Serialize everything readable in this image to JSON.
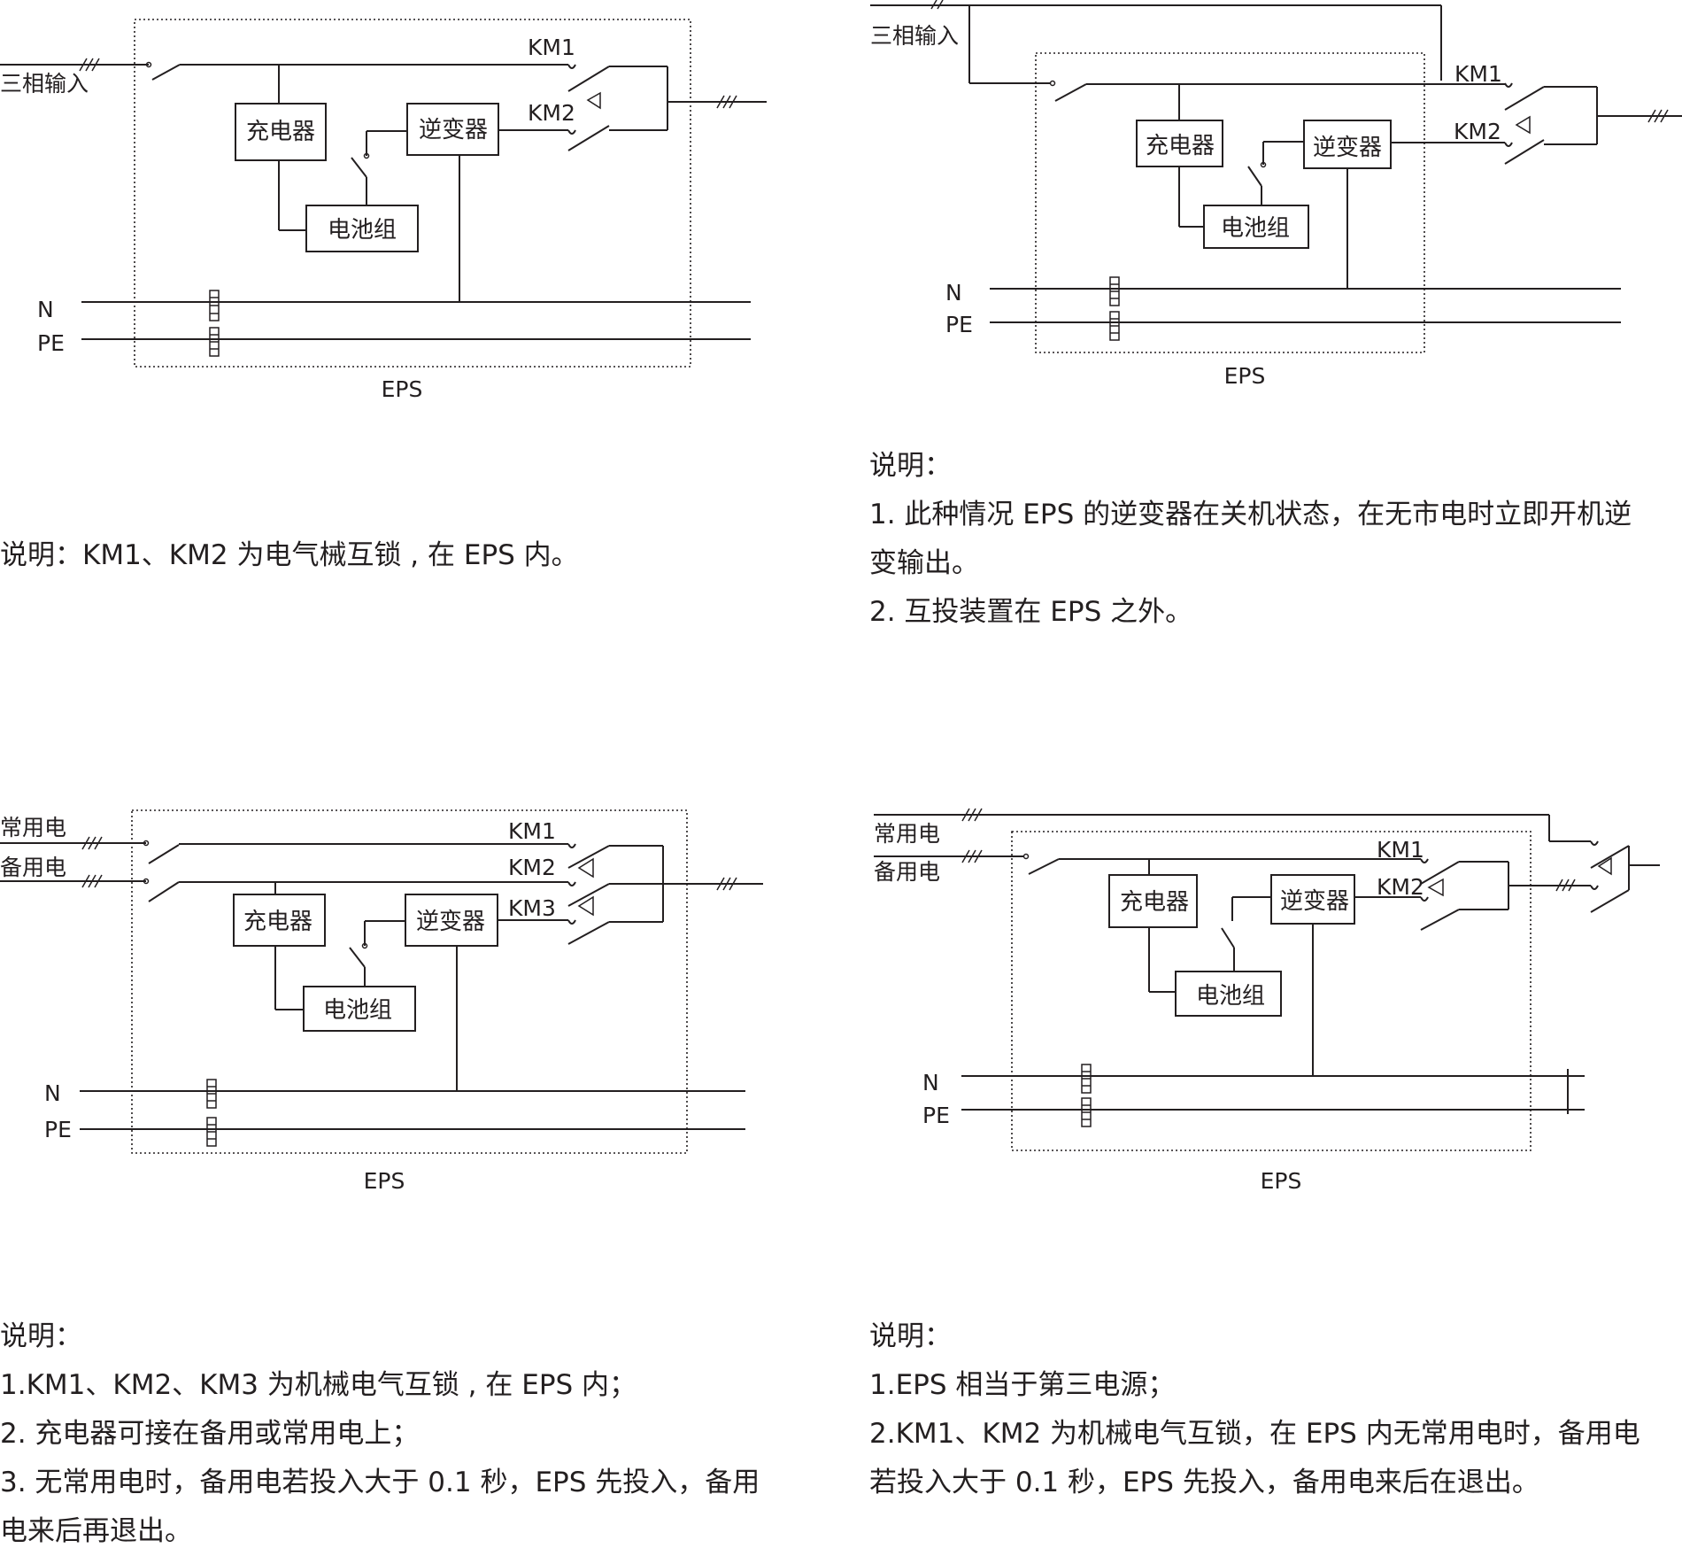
{
  "d1": {
    "input": "三相输入",
    "km1": "KM1",
    "km2": "KM2",
    "charger": "充电器",
    "inverter": "逆变器",
    "battery": "电池组",
    "n": "N",
    "pe": "PE",
    "eps": "EPS"
  },
  "d2": {
    "input": "三相输入",
    "km1": "KM1",
    "km2": "KM2",
    "charger": "充电器",
    "inverter": "逆变器",
    "battery": "电池组",
    "n": "N",
    "pe": "PE",
    "eps": "EPS"
  },
  "d3": {
    "normal": "常用电",
    "backup": "备用电",
    "km1": "KM1",
    "km2": "KM2",
    "km3": "KM3",
    "charger": "充电器",
    "inverter": "逆变器",
    "battery": "电池组",
    "n": "N",
    "pe": "PE",
    "eps": "EPS"
  },
  "d4": {
    "normal": "常用电",
    "backup": "备用电",
    "km1": "KM1",
    "km2": "KM2",
    "charger": "充电器",
    "inverter": "逆变器",
    "battery": "电池组",
    "n": "N",
    "pe": "PE",
    "eps": "EPS"
  },
  "notes": {
    "n1": {
      "line1": "说明：KM1、KM2 为电气械互锁 , 在 EPS 内。"
    },
    "n2": {
      "title": "说明：",
      "line1": "1. 此种情况 EPS 的逆变器在关机状态，在无市电时立即开机逆",
      "line2": "变输出。",
      "line3": "2. 互投装置在 EPS 之外。"
    },
    "n3": {
      "title": "说明：",
      "line1": "1.KM1、KM2、KM3 为机械电气互锁 , 在 EPS 内；",
      "line2": "2. 充电器可接在备用或常用电上；",
      "line3": "3. 无常用电时，备用电若投入大于 0.1 秒，EPS 先投入，备用",
      "line4": "电来后再退出。"
    },
    "n4": {
      "title": "说明：",
      "line1": "1.EPS 相当于第三电源；",
      "line2": "2.KM1、KM2 为机械电气互锁，在 EPS 内无常用电时，备用电",
      "line3": "若投入大于 0.1 秒，EPS 先投入，备用电来后在退出。"
    }
  }
}
